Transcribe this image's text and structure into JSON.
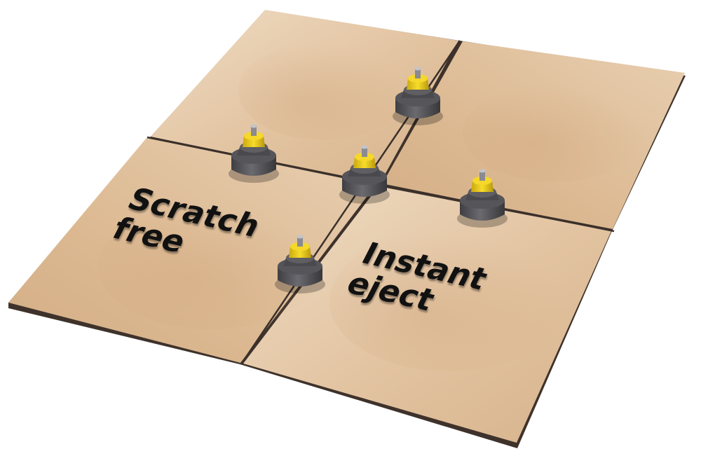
{
  "captions": {
    "scratch": [
      "Scratch",
      "free"
    ],
    "instant": [
      "Instant",
      "eject"
    ]
  },
  "colors": {
    "tile_light": "#ebd4b8",
    "tile_mid": "#ddbb95",
    "tile_edge": "#4a3a30",
    "grout": "#3a302a",
    "cap_body": "#5a5a5e",
    "cap_dark": "#3d3d40",
    "cap_yellow": "#f2d21e",
    "caption_text": "#111111"
  },
  "objects": {
    "tiles": [
      "tile-top-left",
      "tile-top-right",
      "tile-bottom-left",
      "tile-bottom-right"
    ],
    "clips": [
      "leveling-clip-top",
      "leveling-clip-left",
      "leveling-clip-center",
      "leveling-clip-right",
      "leveling-clip-bottom"
    ]
  }
}
